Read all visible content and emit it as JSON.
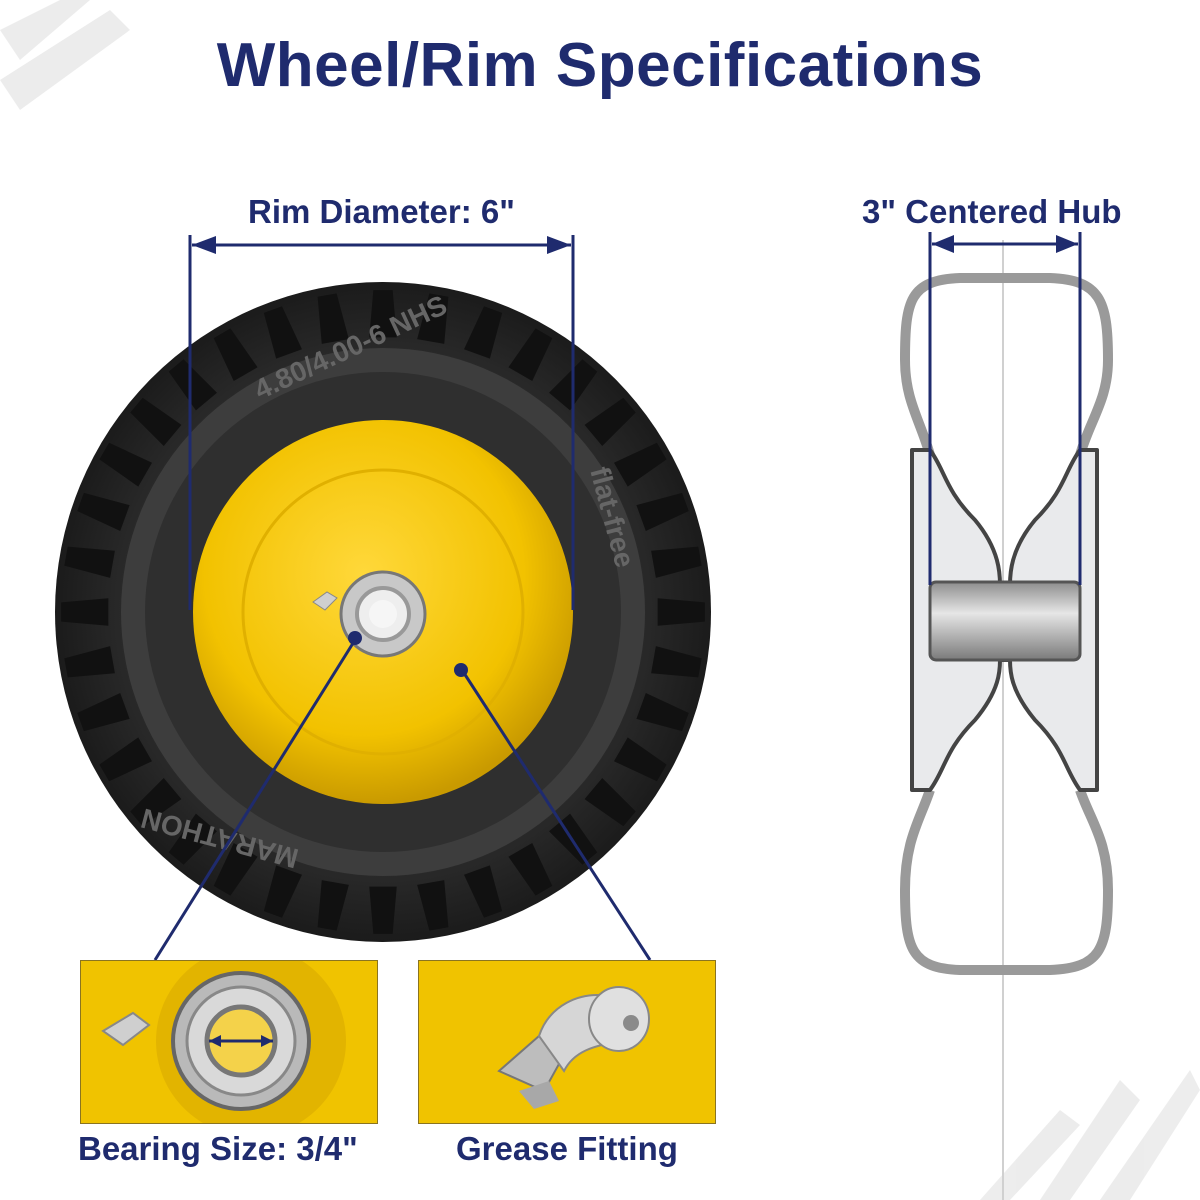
{
  "title": "Wheel/Rim Specifications",
  "annotations": {
    "rim_diameter": "Rim Diameter: 6\"",
    "centered_hub": "3\" Centered Hub",
    "bearing_size": "Bearing Size: 3/4\"",
    "grease_fitting": "Grease Fitting"
  },
  "tire_markings": [
    "4.80/4.00-6 NHS",
    "flat-free",
    "MARATHON"
  ],
  "colors": {
    "title": "#1f2b6e",
    "rim": "#f2c200",
    "tire": "#2a2a2a",
    "accent": "#1f2b6e"
  }
}
